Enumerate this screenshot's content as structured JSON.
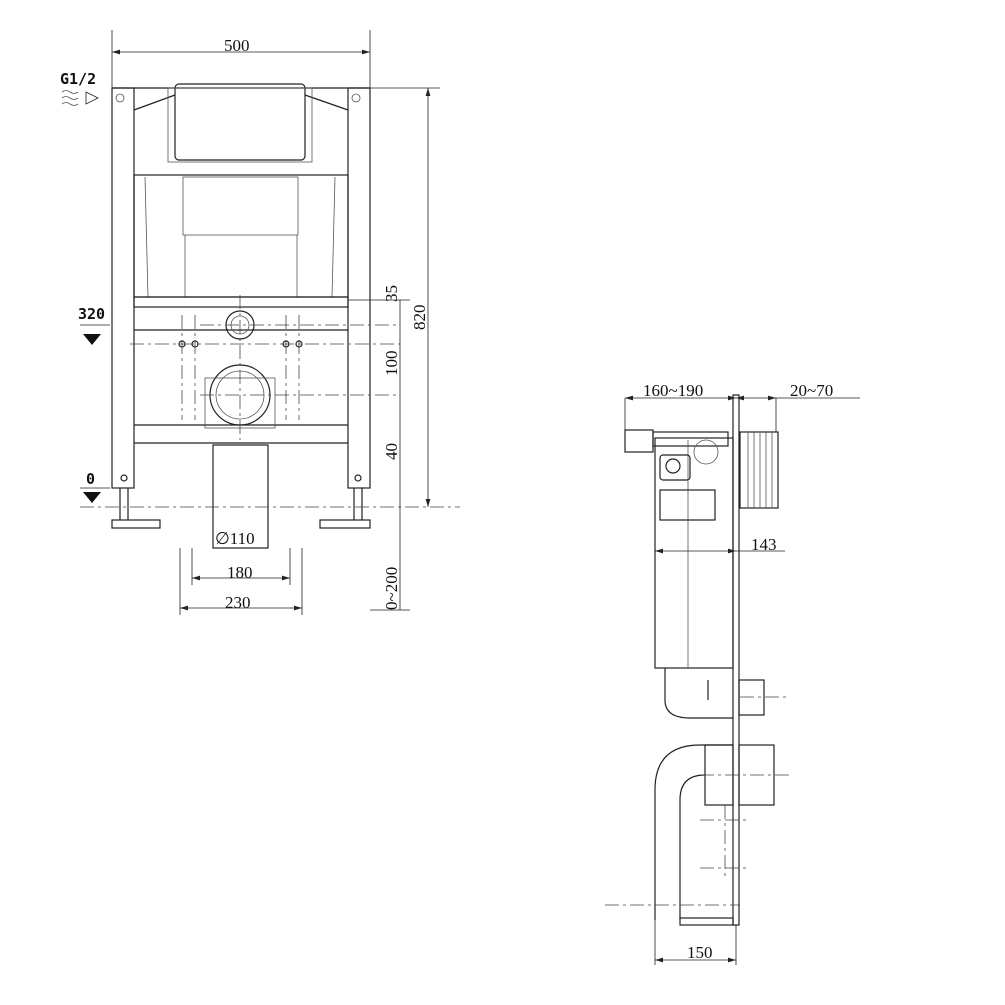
{
  "front_view": {
    "width_label": "500",
    "height_label": "820",
    "inlet_label": "G1/2",
    "level_320_label": "320",
    "level_0_label": "0",
    "dim_35": "35",
    "dim_100": "100",
    "dim_40": "40",
    "dim_0_200": "0~200",
    "pipe_diameter_label": "∅110",
    "dim_180": "180",
    "dim_230": "230"
  },
  "side_view": {
    "depth_label": "160~190",
    "wall_label": "20~70",
    "dim_143": "143",
    "dim_150": "150"
  }
}
